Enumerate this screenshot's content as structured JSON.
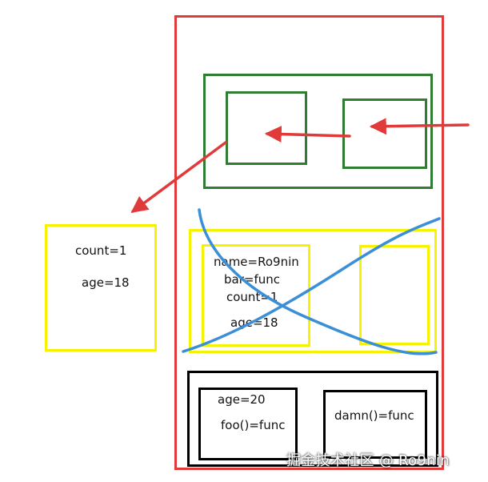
{
  "left_box": {
    "lines": [
      "count=1",
      "age=18"
    ]
  },
  "middle_scope": {
    "inner_left_box": {
      "lines": [
        "name=Ro9nin",
        "bar=func",
        "count=1",
        "age=18"
      ]
    }
  },
  "bottom_scope": {
    "left_box": {
      "lines": [
        "age=20",
        "foo()=func"
      ]
    },
    "right_box": {
      "lines": [
        "damn()=func"
      ]
    }
  },
  "watermark": {
    "text": "掘金技术社区 @ Ro9nin"
  },
  "colors": {
    "red": "#e03a3a",
    "green": "#2e7d32",
    "yellow": "#f7f300",
    "black": "#000000",
    "blue": "#3a8fd6"
  }
}
